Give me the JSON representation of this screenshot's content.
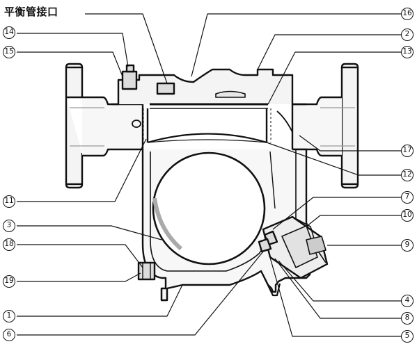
{
  "title": "平衡管接口",
  "callouts": {
    "n1": "1",
    "n2": "2",
    "n3": "3",
    "n4": "4",
    "n5": "5",
    "n6": "6",
    "n7": "7",
    "n8": "8",
    "n9": "9",
    "n10": "10",
    "n11": "11",
    "n12": "12",
    "n13": "13",
    "n14": "14",
    "n15": "15",
    "n16": "16",
    "n17": "17",
    "n18": "18",
    "n19": "19"
  },
  "colors": {
    "line": "#111111",
    "body_fill": "#f4f4f4",
    "shadow": "#bfbfbf"
  }
}
